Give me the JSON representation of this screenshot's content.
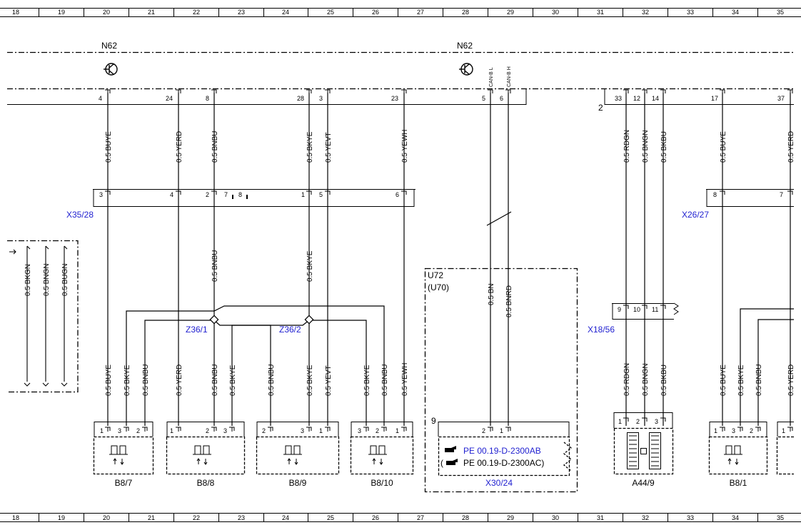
{
  "grid_columns": [
    "18",
    "19",
    "20",
    "21",
    "22",
    "23",
    "24",
    "25",
    "26",
    "27",
    "28",
    "29",
    "30",
    "31",
    "32",
    "33",
    "34",
    "35"
  ],
  "components": {
    "n62_left": "N62",
    "n62_right": "N62",
    "x35_28": "X35/28",
    "x26_27": "X26/27",
    "x18_56": "X18/56",
    "z36_1": "Z36/1",
    "z36_2": "Z36/2",
    "u72": "U72",
    "u70": "(U70)",
    "x30_24": "X30/24",
    "b8_7": "B8/7",
    "b8_8": "B8/8",
    "b8_9": "B8/9",
    "b8_10": "B8/10",
    "a44_9": "A44/9",
    "b8_1": "B8/1"
  },
  "n62_pins": [
    "4",
    "24",
    "8",
    "28",
    "3",
    "23",
    "5",
    "6",
    "33",
    "12",
    "14",
    "17",
    "37"
  ],
  "n62_pin_prefix": "2",
  "can_labels": [
    "CAN-B L",
    "CAN-B H"
  ],
  "x35_pins": [
    "3",
    "4",
    "2",
    "7",
    "8",
    "1",
    "5",
    "6"
  ],
  "x26_pins": [
    "8",
    "7"
  ],
  "x18_pins": [
    "9",
    "10",
    "11"
  ],
  "u72_pin": "9",
  "wires_top": [
    "0.5 BUYE",
    "0.5 YERD",
    "0.5 BNBU",
    "0.5 BKYE",
    "0.5 YEVT",
    "0.5 YEWH",
    "0.5 RDGN",
    "0.5 BNGN",
    "0.5 BKBU",
    "0.5 BUYE",
    "0.5 YERD"
  ],
  "wires_mid": [
    "0.5 BNBU",
    "0.5 BKYE",
    "0.5 BN",
    "0.5 BNRD"
  ],
  "wires_left": [
    "0.5 BKGN",
    "0.5 BNGN",
    "0.5 BUGN"
  ],
  "wires_bottom": [
    "0.5 BUYE",
    "0.5 BKYE",
    "0.5 BNBU",
    "0.5 YERD",
    "0.5 BNBU",
    "0.5 BKYE",
    "0.5 BNBU",
    "0.5 BKYE",
    "0.5 YEVT",
    "0.5 BKYE",
    "0.5 BNBU",
    "0.5 YEWH",
    "0.5 RDGN",
    "0.5 BNGN",
    "0.5 BKBU",
    "0.5 BUYE",
    "0.5 BKYE",
    "0.5 BNBU",
    "0.5 YERD"
  ],
  "sensor_pins": {
    "b8_7": [
      "1",
      "3",
      "2"
    ],
    "b8_8": [
      "1",
      "2",
      "3"
    ],
    "b8_9": [
      "2",
      "3",
      "1"
    ],
    "b8_10": [
      "3",
      "2",
      "1"
    ],
    "a44_9": [
      "1",
      "2",
      "3"
    ],
    "b8_1": [
      "1",
      "3",
      "2",
      "1"
    ],
    "x30": [
      "2",
      "1"
    ]
  },
  "references": [
    "PE 00.19-D-2300AB",
    "PE 00.19-D-2300AC)"
  ],
  "ref_open_paren": "(",
  "colors": {
    "line": "#000000",
    "reference": "#1f1fd0"
  }
}
